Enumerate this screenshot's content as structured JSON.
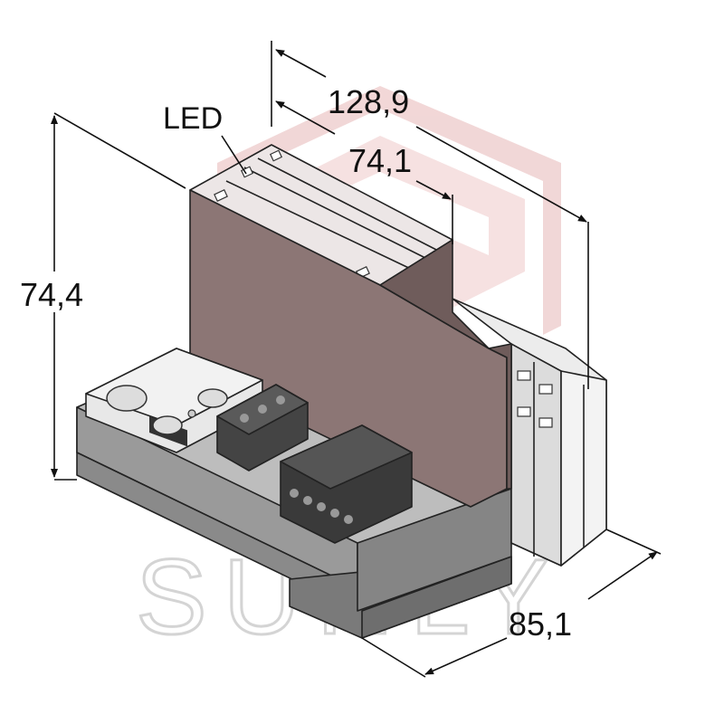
{
  "callout": {
    "led": "LED"
  },
  "dimensions": {
    "overall_length": "128,9",
    "module_length": "74,1",
    "height": "74,4",
    "depth": "85,1"
  },
  "watermark": {
    "text": "SUNLY"
  },
  "colors": {
    "housing_dark": "#7d6867",
    "housing_front": "#8c7675",
    "base_gray": "#8f8f8f",
    "base_top": "#bdbdbd",
    "base_dark": "#6e6e6e",
    "light_module": "#ececec",
    "terminal_dark": "#3a3a3a",
    "watermark_red": "#e7b7b7",
    "ink": "#111111"
  }
}
